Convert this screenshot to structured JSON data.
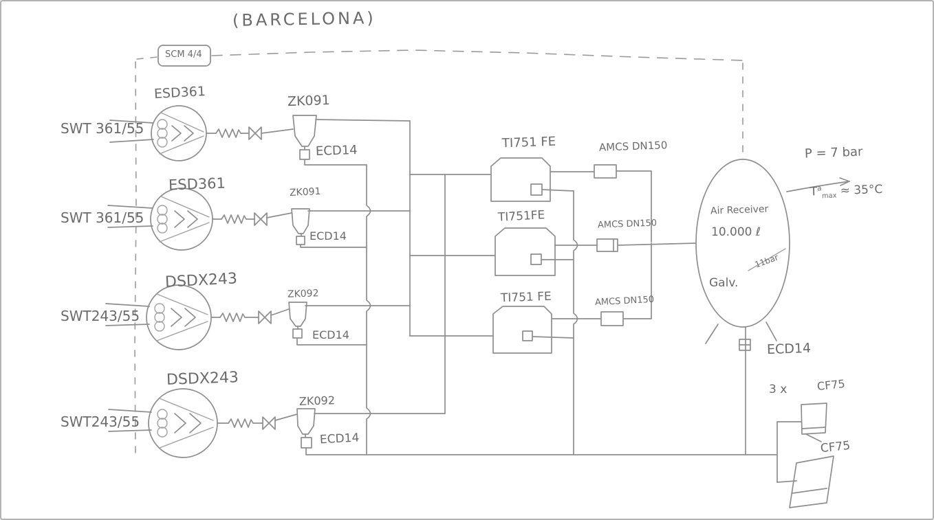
{
  "title": "(BARCELONA)",
  "boundary": {
    "label": "SCM 4/4"
  },
  "compressors": [
    {
      "model": "ESD361",
      "unit": "SWT 361/55",
      "dryer": "ZK091",
      "drain": "ECD14"
    },
    {
      "model": "ESD361",
      "unit": "SWT 361/55",
      "dryer": "ZK091",
      "drain": "ECD14"
    },
    {
      "model": "DSDX243",
      "unit": "SWT243/55",
      "dryer": "ZK092",
      "drain": "ECD14"
    },
    {
      "model": "DSDX243",
      "unit": "SWT243/55",
      "dryer": "ZK092",
      "drain": "ECD14"
    }
  ],
  "filters": [
    {
      "label": "TI751 FE"
    },
    {
      "label": "TI751FE"
    },
    {
      "label": "TI751 FE"
    }
  ],
  "pipes": [
    {
      "label": "AMCS DN150"
    },
    {
      "label": "AMCS DN150"
    },
    {
      "label": "AMCS DN150"
    }
  ],
  "receiver": {
    "name": "Air Receiver",
    "capacity": "10.000 ℓ",
    "pressure": "11bar",
    "material": "Galv.",
    "drain": "ECD14"
  },
  "output": {
    "pressure": "P = 7 bar",
    "temp": {
      "base": "T",
      "sup": "a",
      "sub": "max",
      "value": "≈ 35°C"
    }
  },
  "final_filters": {
    "count": "3 x",
    "unit_top": "CF75",
    "unit_bottom": "CF75"
  },
  "colors": {
    "ink": "#8e8e8e",
    "text": "#6b6b6b",
    "background": "#ffffff"
  }
}
